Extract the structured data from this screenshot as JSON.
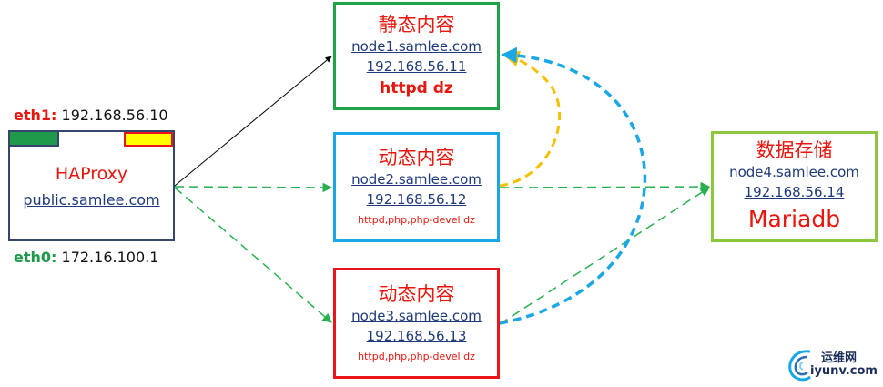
{
  "haproxy": {
    "title": "HAProxy",
    "host": "public.samlee.com",
    "eth1_label": "eth1:",
    "eth1_ip": "192.168.56.10",
    "eth0_label": "eth0:",
    "eth0_ip": "172.16.100.1"
  },
  "nodes": [
    {
      "title": "静态内容",
      "host": "node1.samlee.com",
      "ip": "192.168.56.11",
      "service": "httpd dz"
    },
    {
      "title": "动态内容",
      "host": "node2.samlee.com",
      "ip": "192.168.56.12",
      "service": "httpd,php,php-devel  dz"
    },
    {
      "title": "动态内容",
      "host": "node3.samlee.com",
      "ip": "192.168.56.13",
      "service": "httpd,php,php-devel  dz"
    },
    {
      "title": "数据存储",
      "host": "node4.samlee.com",
      "ip": "192.168.56.14",
      "service": "Mariadb"
    }
  ],
  "logo": {
    "text_cn": "运维网",
    "text_url": "iyunv.com"
  },
  "colors": {
    "title_red": "#e8160c",
    "link_blue": "#1f3a7a",
    "node1_border": "#1fa34a",
    "node2_border": "#1aa7e5",
    "node3_border": "#e8161c",
    "node4_border": "#8dc63f",
    "haproxy_border": "#34466c",
    "green_dash": "#27b04e",
    "yellow_dash": "#f5c000",
    "blue_dash": "#1aa7e5"
  }
}
